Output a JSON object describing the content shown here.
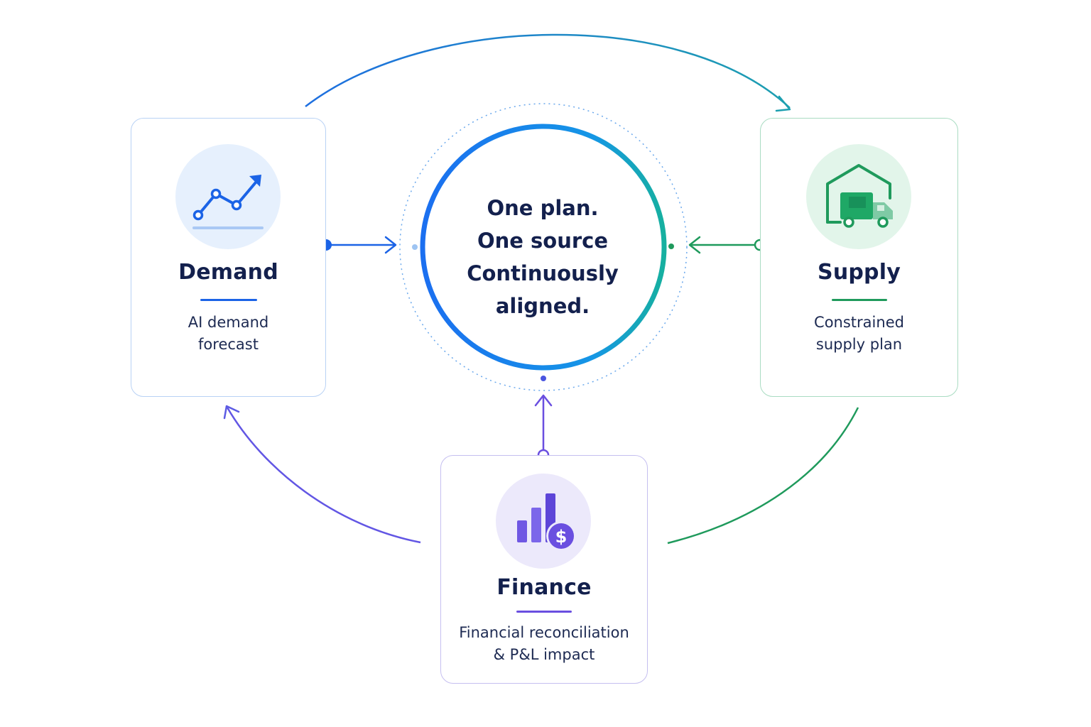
{
  "hub": {
    "lines": [
      "One plan.",
      "One source",
      "Continuously",
      "aligned."
    ]
  },
  "demand": {
    "title": "Demand",
    "description_lines": [
      "AI demand",
      "forecast"
    ],
    "icon": "trend-chart-icon",
    "color": "#1b63e6"
  },
  "supply": {
    "title": "Supply",
    "description_lines": [
      "Constrained",
      "supply plan"
    ],
    "icon": "warehouse-truck-icon",
    "color": "#1f9a5c"
  },
  "finance": {
    "title": "Finance",
    "description_lines": [
      "Financial reconciliation",
      "& P&L impact"
    ],
    "icon": "bar-chart-dollar-icon",
    "color": "#6a4fe0"
  },
  "colors": {
    "hub_ring_start": "#1b6ff0",
    "hub_ring_end": "#16b0a0",
    "title_text": "#13204d"
  }
}
